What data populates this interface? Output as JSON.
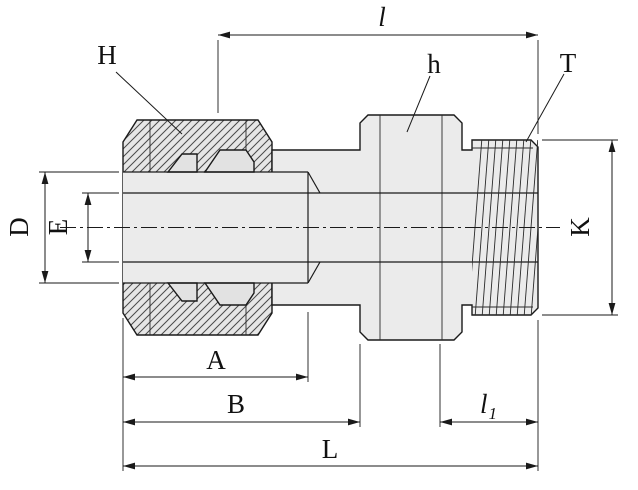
{
  "labels": {
    "H": "H",
    "h": "h",
    "T": "T",
    "D": "D",
    "E": "E",
    "K": "K",
    "A": "A",
    "B": "B",
    "L": "L",
    "l": "l",
    "l1_base": "l",
    "l1_sub": "1"
  },
  "colors": {
    "line": "#1a1a1a",
    "part_fill": "#ebebeb",
    "hatch_bg": "#e6e6e6",
    "ferrule_fill": "#e2e2e2",
    "background": "#ffffff"
  }
}
